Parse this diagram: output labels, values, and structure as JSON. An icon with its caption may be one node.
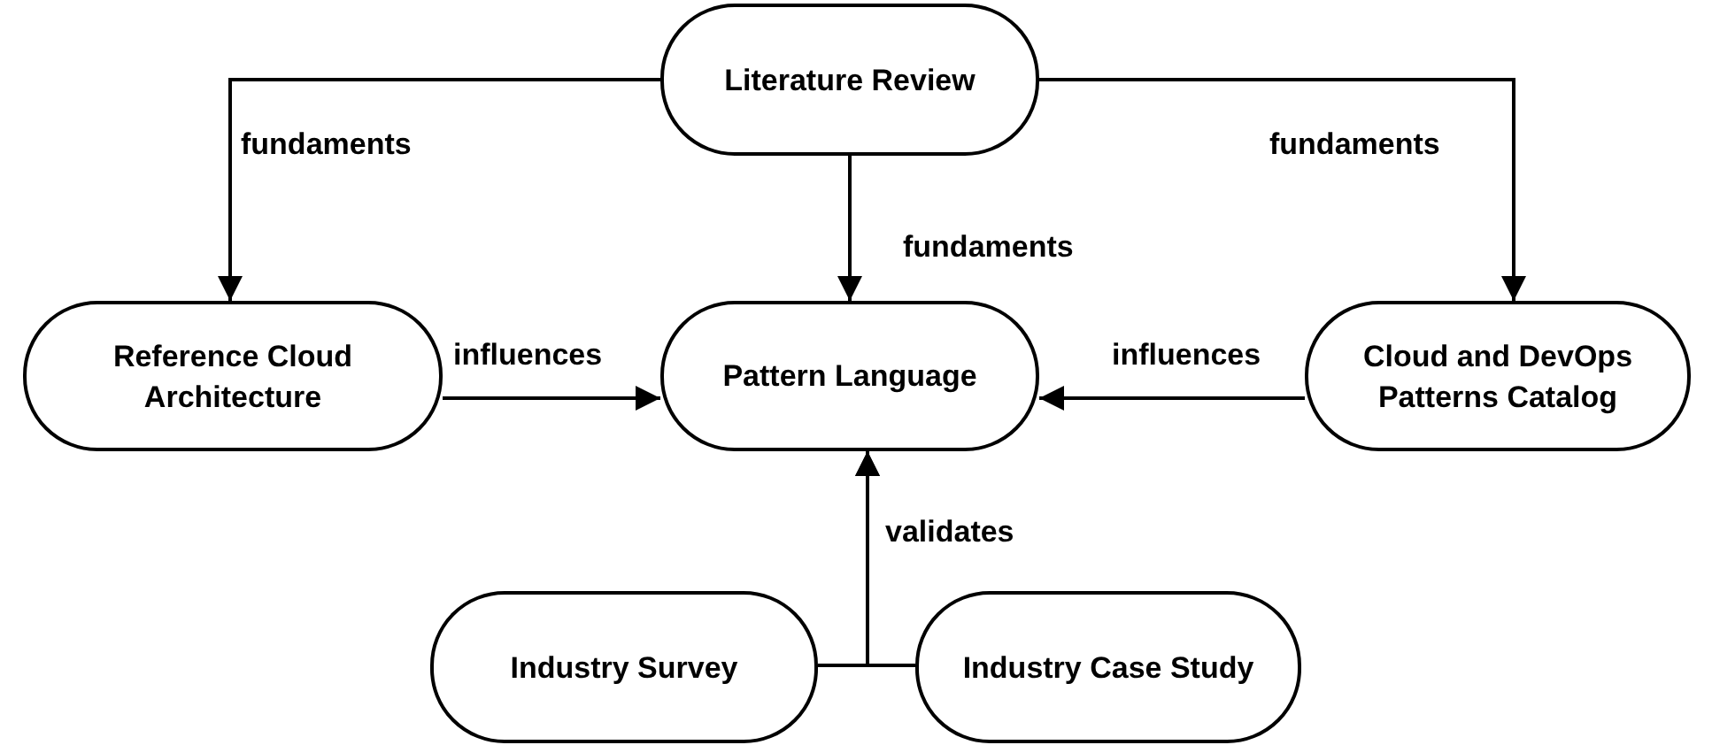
{
  "diagram": {
    "nodes": [
      {
        "text": [
          "Literature Review"
        ]
      },
      {
        "text": [
          "Reference Cloud Architecture"
        ]
      },
      {
        "text": [
          "Pattern Language"
        ]
      },
      {
        "text": [
          "Cloud and DevOps Patterns Catalog"
        ]
      },
      {
        "text": [
          "Industry Survey"
        ]
      },
      {
        "text": [
          "Industry Case Study"
        ]
      }
    ],
    "edges": [
      {
        "from": 0,
        "to": 1,
        "arrow": "to",
        "label": "fundaments"
      },
      {
        "from": 0,
        "to": 2,
        "arrow": "to",
        "label": "fundaments"
      },
      {
        "from": 0,
        "to": 3,
        "arrow": "to",
        "label": "fundaments"
      },
      {
        "from": 1,
        "to": 2,
        "arrow": "to",
        "label": "influences"
      },
      {
        "from": 3,
        "to": 2,
        "arrow": "to",
        "label": "influences"
      },
      {
        "from": 4,
        "to": 2,
        "arrow": "to",
        "label": "validates"
      },
      {
        "from": 5,
        "to": 2,
        "arrow": "to"
      }
    ]
  }
}
